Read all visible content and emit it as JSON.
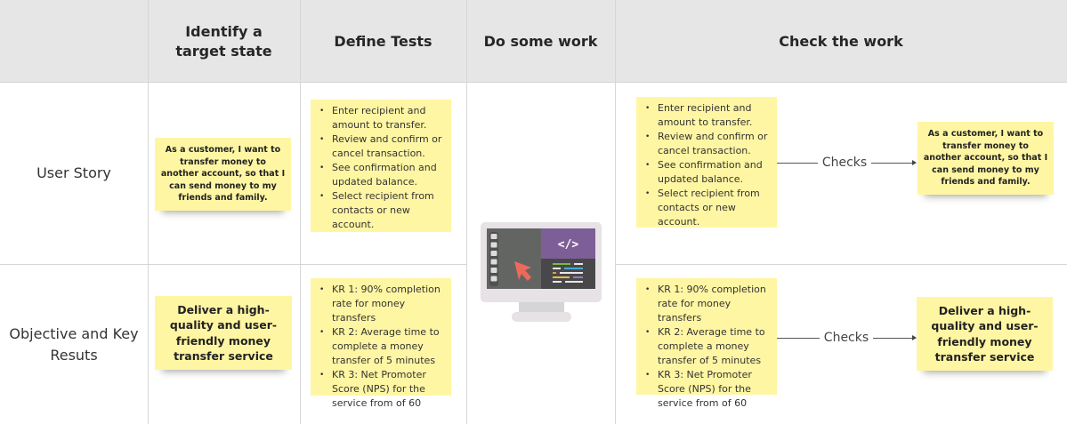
{
  "columns": [
    {
      "id": "label",
      "header": ""
    },
    {
      "id": "target",
      "header": "Identify a target state"
    },
    {
      "id": "tests",
      "header": "Define Tests"
    },
    {
      "id": "work",
      "header": "Do some work"
    },
    {
      "id": "check",
      "header": "Check the work"
    }
  ],
  "rows": [
    {
      "label": "User Story",
      "target_note": "As a customer, I want to transfer money to another account, so that I can send money to my friends and family.",
      "tests": [
        "Enter recipient and amount to transfer.",
        "Review and confirm or cancel transaction.",
        "See confirmation and updated balance.",
        "Select recipient from contacts or new account."
      ],
      "check_tests": [
        "Enter recipient and amount to transfer.",
        "Review and confirm or cancel transaction.",
        "See confirmation and updated balance.",
        "Select recipient from contacts or new account."
      ],
      "connector_label": "Checks",
      "check_target_note": "As a customer, I want to transfer money to another account, so that I can send money to my friends and family."
    },
    {
      "label": "Objective and Key Resuts",
      "target_note": "Deliver a high-quality and user-friendly money transfer service",
      "tests": [
        "KR 1: 90% completion rate for money transfers",
        "KR 2: Average time to complete a money transfer of 5 minutes",
        "KR 3: Net Promoter Score (NPS) for the service from of 60"
      ],
      "check_tests": [
        "KR 1: 90% completion rate for money transfers",
        "KR 2: Average time to complete a money transfer of 5 minutes",
        "KR 3: Net Promoter Score (NPS) for the service from of 60"
      ],
      "connector_label": "Checks",
      "check_target_note": "Deliver a high-quality and user-friendly money transfer service"
    }
  ],
  "work_illustration": {
    "icon": "computer-monitor-code-icon",
    "code_symbol": "</>"
  },
  "colors": {
    "header_bg": "#e6e6e6",
    "sticky": "#fff6a3",
    "grid_line": "#d6d6d6",
    "monitor_purple": "#7d5e96",
    "cursor_red": "#ec6a5c"
  }
}
